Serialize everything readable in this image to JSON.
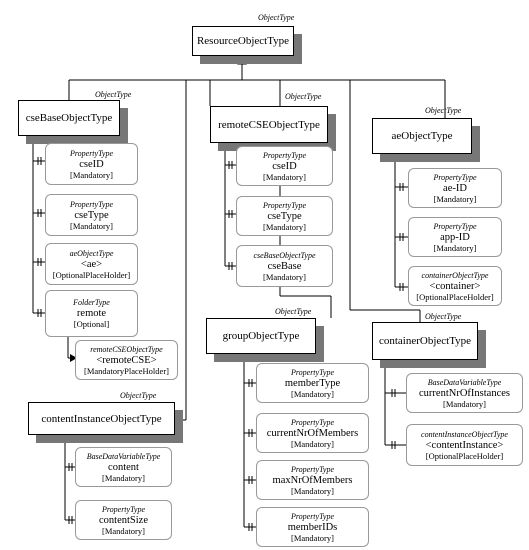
{
  "root": {
    "type": "ObjectType",
    "name": "ResourceObjectType"
  },
  "objects": {
    "cseBase": {
      "type": "ObjectType",
      "name": "cseBaseObjectType"
    },
    "remoteCSE": {
      "type": "ObjectType",
      "name": "remoteCSEObjectType"
    },
    "ae": {
      "type": "ObjectType",
      "name": "aeObjectType"
    },
    "group": {
      "type": "ObjectType",
      "name": "groupObjectType"
    },
    "container": {
      "type": "ObjectType",
      "name": "containerObjectType"
    },
    "contentInst": {
      "type": "ObjectType",
      "name": "contentInstanceObjectType"
    }
  },
  "properties": {
    "cseBase": [
      {
        "type": "PropertyType",
        "name": "cseID",
        "rule": "[Mandatory]"
      },
      {
        "type": "PropertyType",
        "name": "cseType",
        "rule": "[Mandatory]"
      },
      {
        "type": "aeObjectType",
        "name": "<ae>",
        "rule": "[OptionalPlaceHolder]"
      },
      {
        "type": "FolderType",
        "name": "remote",
        "rule": "[Optional]"
      }
    ],
    "remoteFolder": [
      {
        "type": "remoteCSEObjectType",
        "name": "<remoteCSE>",
        "rule": "[MandatoryPlaceHolder]"
      }
    ],
    "remoteCSE": [
      {
        "type": "PropertyType",
        "name": "cseID",
        "rule": "[Mandatory]"
      },
      {
        "type": "PropertyType",
        "name": "cseType",
        "rule": "[Mandatory]"
      },
      {
        "type": "cseBaseObjectType",
        "name": "cseBase",
        "rule": "[Mandatory]"
      }
    ],
    "ae": [
      {
        "type": "PropertyType",
        "name": "ae-ID",
        "rule": "[Mandatory]"
      },
      {
        "type": "PropertyType",
        "name": "app-ID",
        "rule": "[Mandatory]"
      },
      {
        "type": "containerObjectType",
        "name": "<container>",
        "rule": "[OptionalPlaceHolder]"
      }
    ],
    "group": [
      {
        "type": "PropertyType",
        "name": "memberType",
        "rule": "[Mandatory]"
      },
      {
        "type": "PropertyType",
        "name": "currentNrOfMembers",
        "rule": "[Mandatory]"
      },
      {
        "type": "PropertyType",
        "name": "maxNrOfMembers",
        "rule": "[Mandatory]"
      },
      {
        "type": "PropertyType",
        "name": "memberIDs",
        "rule": "[Mandatory]"
      }
    ],
    "container": [
      {
        "type": "BaseDataVariableType",
        "name": "currentNrOfInstances",
        "rule": "[Mandatory]"
      },
      {
        "type": "contentInstanceObjectType",
        "name": "<contentInstance>",
        "rule": "[OptionalPlaceHolder]"
      }
    ],
    "contentInst": [
      {
        "type": "BaseDataVariableType",
        "name": "content",
        "rule": "[Mandatory]"
      },
      {
        "type": "PropertyType",
        "name": "contentSize",
        "rule": "[Mandatory]"
      }
    ]
  }
}
